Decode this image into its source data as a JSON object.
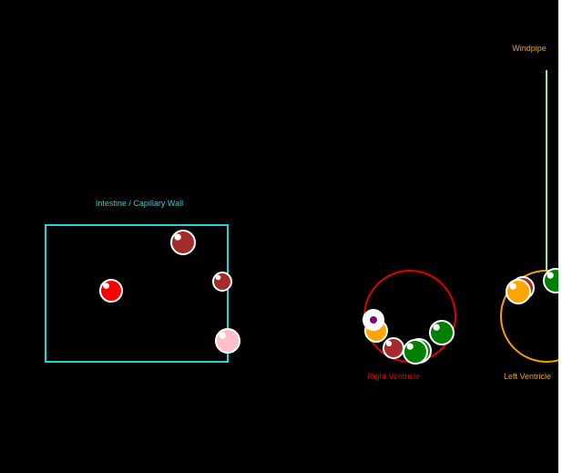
{
  "labels": {
    "intestine": "Intestine / Capillary Wall",
    "right_ventricle": "Right Ventricle",
    "left_ventricle": "Left Ventricle",
    "windpipe": "Windpipe"
  },
  "colors": {
    "background": "#000000",
    "intestine": "#22d3d8",
    "right_ventricle": "#e00000",
    "left_ventricle": "#f5a000",
    "windpipe_label": "#f5a000",
    "windpipe_line": "#90ee90",
    "ball_outline": "#ffffff"
  },
  "particles": {
    "intestine": [
      "brown",
      "brown",
      "red",
      "pink"
    ],
    "right_ventricle": [
      "orange",
      "white-purple",
      "brown",
      "green",
      "green",
      "green"
    ],
    "left_ventricle": [
      "brown",
      "orange",
      "green"
    ]
  },
  "particle_colors": {
    "brown": "#a52a2a",
    "red": "#ff0000",
    "pink": "#ffc0cb",
    "orange": "#ffa500",
    "green": "#008000",
    "white-purple": "#ffffff",
    "purple": "#800080"
  }
}
